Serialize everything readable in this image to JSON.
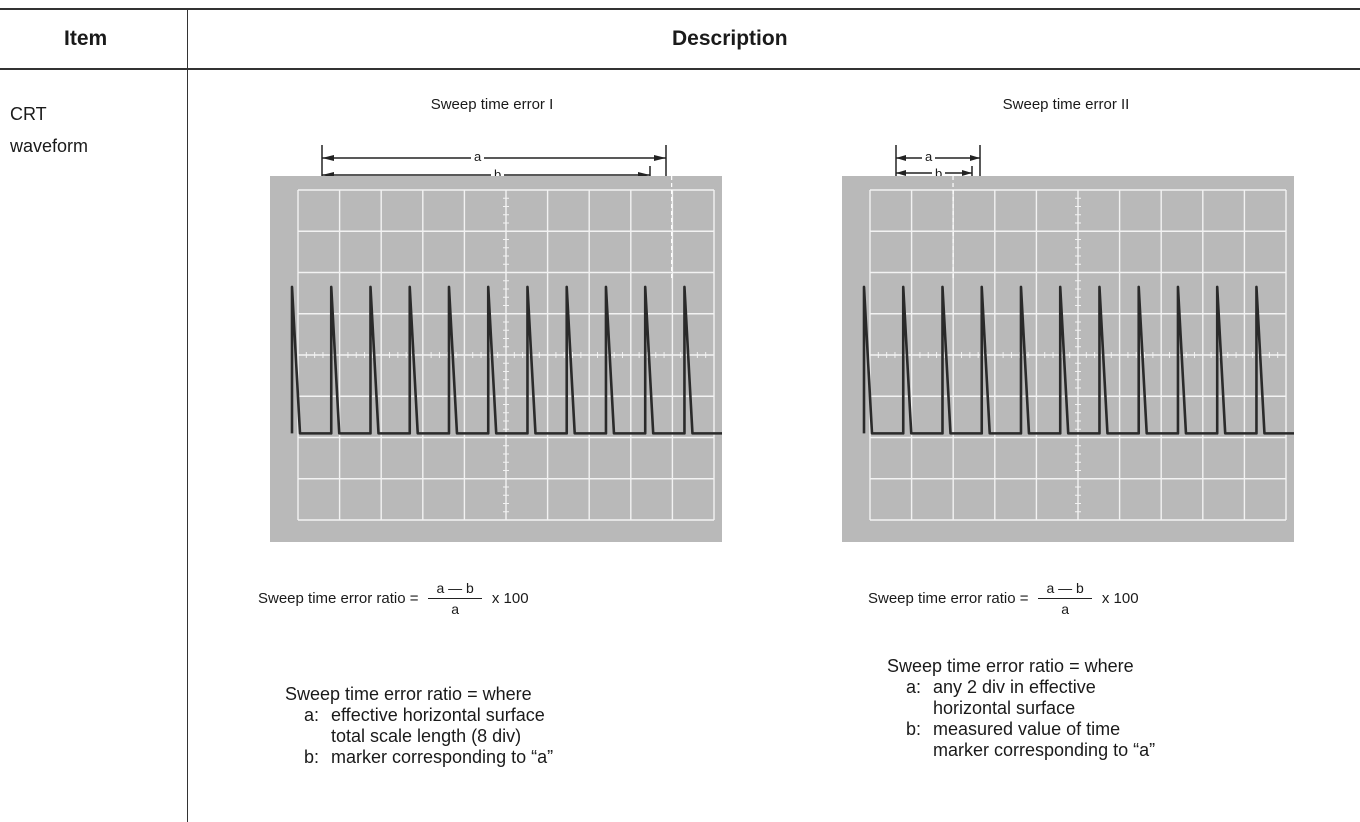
{
  "table": {
    "col_item_header": "Item",
    "col_desc_header": "Description",
    "item_line1": "CRT",
    "item_line2": "waveform"
  },
  "left_panel": {
    "title": "Sweep time error I",
    "dim_a_label": "a",
    "dim_b_label": "b",
    "formula_lhs": "Sweep time error ratio =",
    "formula_num": "a — b",
    "formula_den": "a",
    "formula_mult": "x 100",
    "legend_title": "Sweep time error ratio = where",
    "legend_a_key": "a:",
    "legend_a_line1": "effective horizontal surface",
    "legend_a_line2": "total scale length (8 div)",
    "legend_b_key": "b:",
    "legend_b_line1": "marker corresponding to “a”",
    "pulse_count": 11,
    "marker_b_fraction": 0.9
  },
  "right_panel": {
    "title": "Sweep time error II",
    "dim_a_label": "a",
    "dim_b_label": "b",
    "formula_lhs": "Sweep time error ratio =",
    "formula_num": "a — b",
    "formula_den": "a",
    "formula_mult": "x 100",
    "legend_title": "Sweep time error ratio = where",
    "legend_a_key": "a:",
    "legend_a_line1": "any 2 div in effective",
    "legend_a_line2": "horizontal surface",
    "legend_b_key": "b:",
    "legend_b_line1": "measured value of time",
    "legend_b_line2": "marker corresponding to “a”",
    "pulse_count": 11,
    "marker_b_fraction": 0.2
  },
  "colors": {
    "screen_bg": "#b9b9b9",
    "grid": "#f2f2f2",
    "trace": "#2a2a2a",
    "rule": "#333333"
  }
}
